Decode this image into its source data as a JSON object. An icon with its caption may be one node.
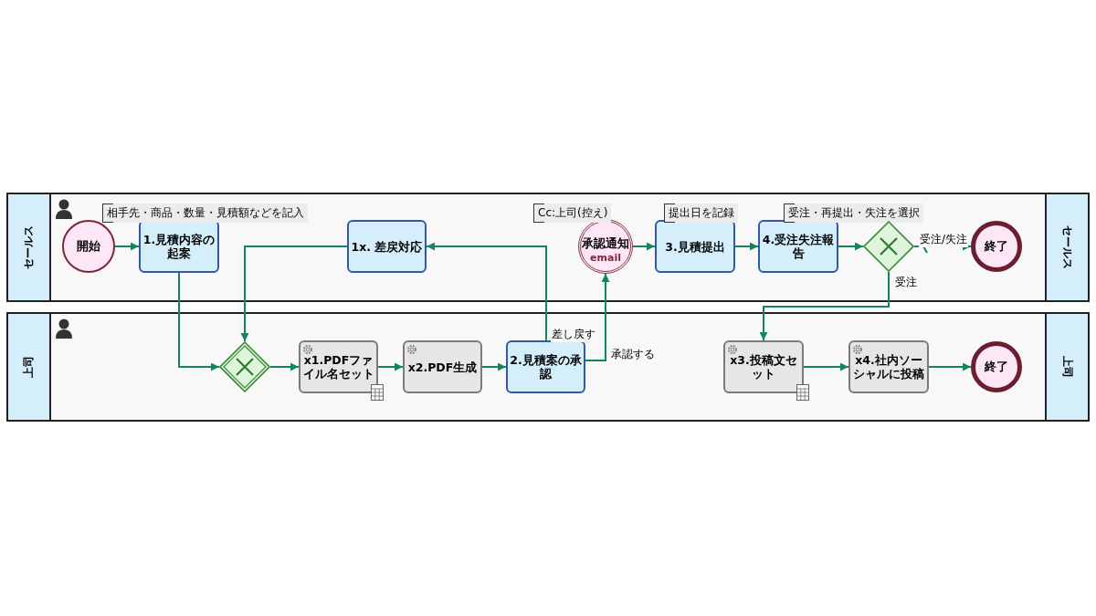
{
  "diagram": {
    "nodes": [
      {
        "text": [
          "セールス",
          "セールス"
        ]
      },
      {
        "text": [
          "上司",
          "上司"
        ]
      },
      {
        "text": [
          "開始"
        ],
        "in": 0
      },
      {
        "text": [
          "1.見積内容の起案"
        ],
        "in": 0,
        "beside": [
          "相手先・商品・数量・見積額などを記入"
        ]
      },
      {
        "text": [
          "1x. 差戻対応"
        ],
        "in": 0
      },
      {
        "text": [
          "承認通知",
          "email"
        ],
        "in": 0,
        "beside": [
          "Cc:上司(控え)"
        ]
      },
      {
        "text": [
          "3.見積提出"
        ],
        "in": 0,
        "beside": [
          "提出日を記録"
        ]
      },
      {
        "text": [
          "4.受注失注報告"
        ],
        "in": 0,
        "beside": [
          "受注・再提出・失注を選択"
        ]
      },
      {
        "text": [],
        "shape": "diamond",
        "in": 0
      },
      {
        "text": [
          "終了"
        ],
        "in": 0
      },
      {
        "text": [],
        "shape": "diamond",
        "in": 1
      },
      {
        "text": [
          "x1.PDFファイル名セット"
        ],
        "in": 1
      },
      {
        "text": [
          "x2.PDF生成"
        ],
        "in": 1
      },
      {
        "text": [
          "2.見積案の承認"
        ],
        "in": 1
      },
      {
        "text": [
          "x3.投稿文セット"
        ],
        "in": 1
      },
      {
        "text": [
          "x4.社内ソーシャルに投稿"
        ],
        "in": 1
      },
      {
        "text": [
          "終了"
        ],
        "in": 1
      }
    ],
    "edges": [
      {
        "from": 2,
        "to": 3,
        "arrow": "to"
      },
      {
        "from": 3,
        "to": 10,
        "arrow": "to"
      },
      {
        "from": 4,
        "to": 10,
        "arrow": "to"
      },
      {
        "from": 10,
        "to": 11,
        "arrow": "to"
      },
      {
        "from": 11,
        "to": 12,
        "arrow": "to"
      },
      {
        "from": 12,
        "to": 13,
        "arrow": "to"
      },
      {
        "from": 13,
        "to": 4,
        "arrow": "to",
        "label": "差し戻す"
      },
      {
        "from": 13,
        "to": 5,
        "arrow": "to",
        "label": "承認する"
      },
      {
        "from": 5,
        "to": 6,
        "arrow": "to"
      },
      {
        "from": 6,
        "to": 7,
        "arrow": "to"
      },
      {
        "from": 7,
        "to": 8,
        "arrow": "to"
      },
      {
        "from": 8,
        "to": 9,
        "arrow": "to",
        "label": "受注/失注"
      },
      {
        "from": 8,
        "to": 14,
        "arrow": "to",
        "label": "受注"
      },
      {
        "from": 14,
        "to": 15,
        "arrow": "to"
      },
      {
        "from": 15,
        "to": 16,
        "arrow": "to"
      }
    ]
  }
}
